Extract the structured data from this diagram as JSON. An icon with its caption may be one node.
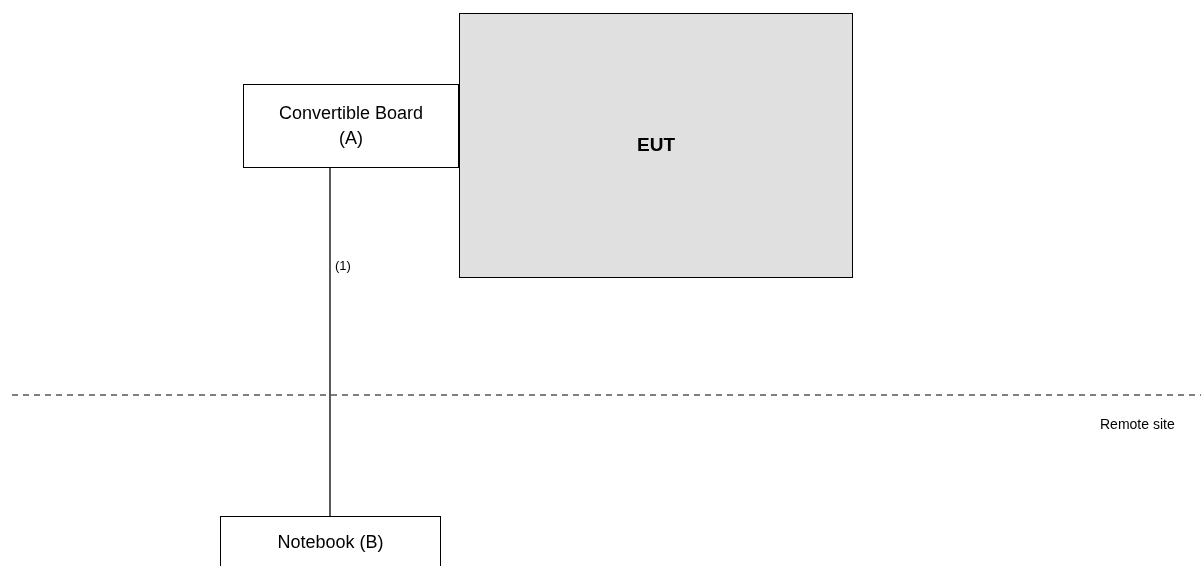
{
  "diagram": {
    "nodes": [
      {
        "text": [
          "Convertible Board (A)"
        ]
      },
      {
        "text": [
          "EUT"
        ]
      },
      {
        "text": [
          "Notebook (B)"
        ]
      }
    ],
    "edges": [
      {
        "from": 0,
        "to": 2,
        "arrow": "none",
        "label": "(1)"
      }
    ],
    "labels": [
      "Remote site"
    ]
  }
}
